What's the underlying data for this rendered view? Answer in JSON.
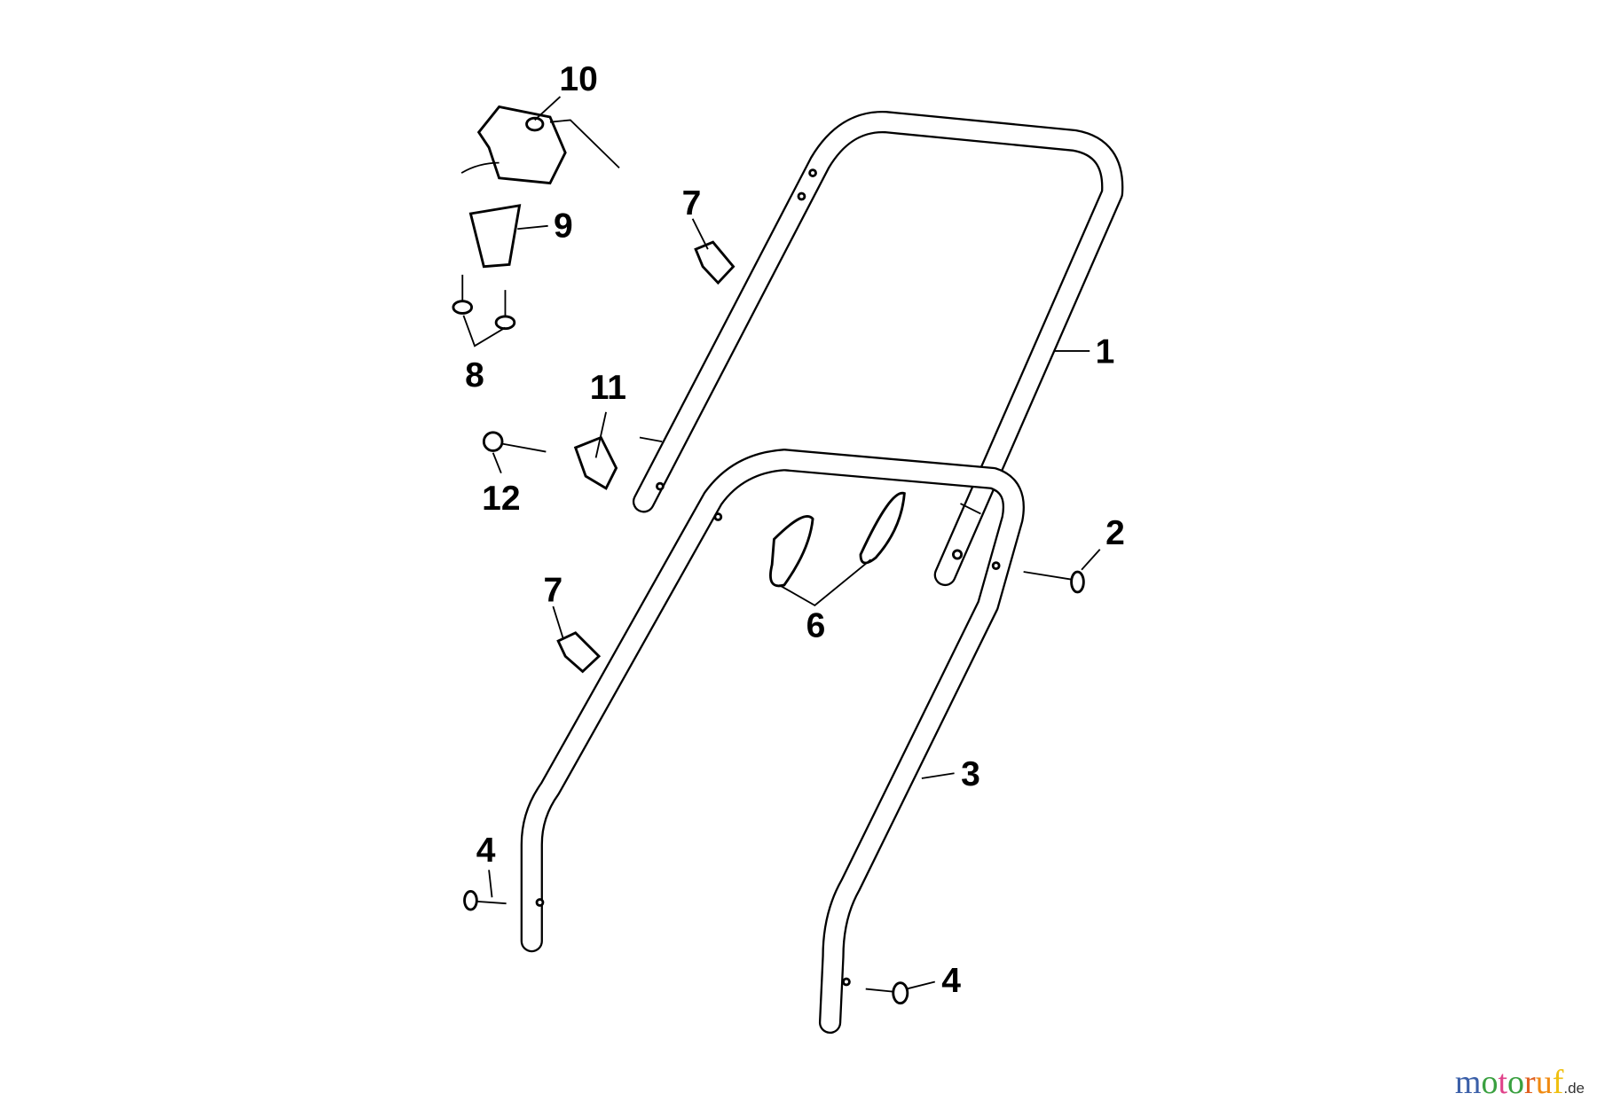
{
  "diagram": {
    "title": "Handle assembly exploded view",
    "callouts": [
      "10",
      "9",
      "8",
      "7",
      "11",
      "12",
      "7",
      "1",
      "2",
      "6",
      "3",
      "4",
      "4"
    ]
  },
  "logo": {
    "letters": [
      "m",
      "o",
      "t",
      "o",
      "r",
      "u",
      "f"
    ],
    "suffix": ".de",
    "text": "motoruf.de",
    "colors": [
      "#3a5fa8",
      "#3aa040",
      "#e0428a",
      "#3aa040",
      "#e06020",
      "#f08a10",
      "#f0c010"
    ]
  }
}
